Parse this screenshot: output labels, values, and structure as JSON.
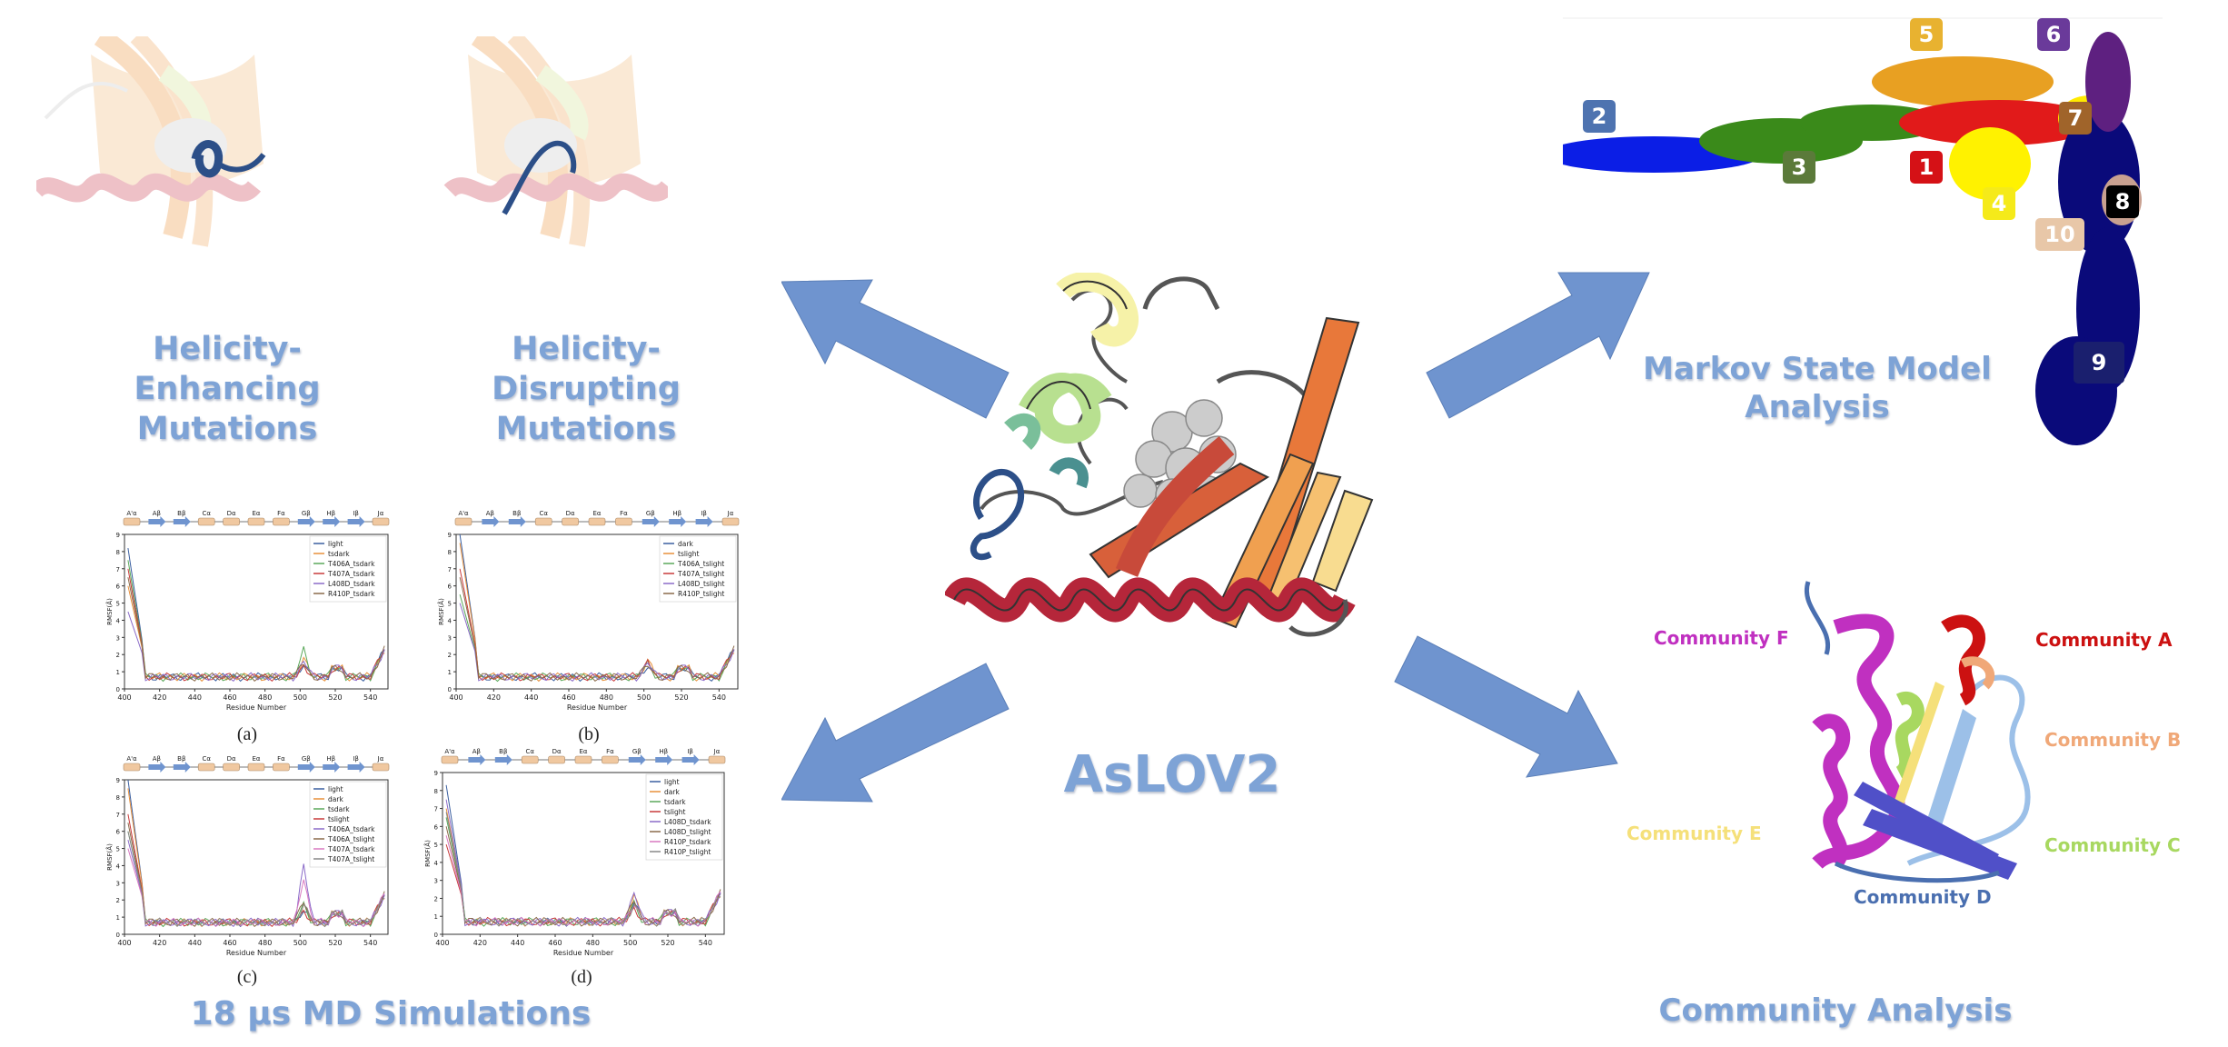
{
  "panels": {
    "helicity_enhancing": "Helicity-\nEnhancing\nMutations",
    "helicity_disrupting": "Helicity-\nDisrupting\nMutations",
    "md_title": "18 μs MD Simulations",
    "center_title": "AsLOV2",
    "msm_title": "Markov State Model\nAnalysis",
    "community_title": "Community Analysis"
  },
  "msm_states": [
    {
      "label": "1",
      "color": "#d51116"
    },
    {
      "label": "2",
      "color": "#4e73b0"
    },
    {
      "label": "3",
      "color": "#5b7a3a"
    },
    {
      "label": "4",
      "color": "#f5ea1a"
    },
    {
      "label": "5",
      "color": "#e8b230"
    },
    {
      "label": "6",
      "color": "#6a3a9a"
    },
    {
      "label": "7",
      "color": "#a0642a"
    },
    {
      "label": "8",
      "color": "#000000"
    },
    {
      "label": "9",
      "color": "#1a1f6e"
    },
    {
      "label": "10",
      "color": "#e8c7a8"
    }
  ],
  "communities": [
    {
      "name": "Community A",
      "color": "#cc1111"
    },
    {
      "name": "Community B",
      "color": "#f0a878"
    },
    {
      "name": "Community C",
      "color": "#a8d860"
    },
    {
      "name": "Community D",
      "color": "#4a6fb0"
    },
    {
      "name": "Community E",
      "color": "#f5e07a"
    },
    {
      "name": "Community F",
      "color": "#c030c0"
    }
  ],
  "secondary_structure": [
    "A'α",
    "Aβ",
    "Bβ",
    "Cα",
    "Dα",
    "Eα",
    "Fα",
    "Gβ",
    "Hβ",
    "Iβ",
    "Jα"
  ],
  "chart_data": [
    {
      "type": "line",
      "caption": "(a)",
      "xlabel": "Residue Number",
      "ylabel": "RMSF(Å)",
      "xlim": [
        400,
        550
      ],
      "ylim": [
        0,
        9
      ],
      "xticks": [
        400,
        420,
        440,
        460,
        480,
        500,
        520,
        540
      ],
      "yticks": [
        0,
        1,
        2,
        3,
        4,
        5,
        6,
        7,
        8,
        9
      ],
      "legend": [
        "light",
        "tsdark",
        "T406A_tsdark",
        "T407A_tsdark",
        "L408D_tsdark",
        "R410P_tsdark"
      ],
      "colors": [
        "#3a5fa0",
        "#e8903a",
        "#5aa85a",
        "#c83a3a",
        "#8a6ac8",
        "#8a6a4a"
      ],
      "peak": [
        8.2,
        6.0,
        7.5,
        7.0,
        4.5,
        6.5
      ],
      "peak502": [
        1.6,
        1.8,
        2.4,
        1.5,
        1.7,
        1.6
      ]
    },
    {
      "type": "line",
      "caption": "(b)",
      "xlabel": "Residue Number",
      "ylabel": "RMSF(Å)",
      "xlim": [
        400,
        550
      ],
      "ylim": [
        0,
        9
      ],
      "xticks": [
        400,
        420,
        440,
        460,
        480,
        500,
        520,
        540
      ],
      "yticks": [
        0,
        1,
        2,
        3,
        4,
        5,
        6,
        7,
        8,
        9
      ],
      "legend": [
        "dark",
        "tslight",
        "T406A_tslight",
        "T407A_tslight",
        "L408D_tslight",
        "R410P_tslight"
      ],
      "colors": [
        "#3a5fa0",
        "#e8903a",
        "#5aa85a",
        "#c83a3a",
        "#8a6ac8",
        "#8a6a4a"
      ],
      "peak": [
        9.0,
        8.5,
        5.5,
        7.0,
        5.0,
        6.5
      ],
      "peak502": [
        1.5,
        1.7,
        1.6,
        1.8,
        1.6,
        1.5
      ]
    },
    {
      "type": "line",
      "caption": "(c)",
      "xlabel": "Residue Number",
      "ylabel": "RMSF(Å)",
      "xlim": [
        400,
        550
      ],
      "ylim": [
        0,
        9
      ],
      "xticks": [
        400,
        420,
        440,
        460,
        480,
        500,
        520,
        540
      ],
      "yticks": [
        0,
        1,
        2,
        3,
        4,
        5,
        6,
        7,
        8,
        9
      ],
      "legend": [
        "light",
        "dark",
        "tsdark",
        "tslight",
        "T406A_tsdark",
        "T406A_tslight",
        "T407A_tsdark",
        "T407A_tslight"
      ],
      "colors": [
        "#3a5fa0",
        "#e8903a",
        "#5aa85a",
        "#c83a3a",
        "#8a6ac8",
        "#8a6a4a",
        "#d878c0",
        "#888888"
      ],
      "peak": [
        9.0,
        8.5,
        6.0,
        7.0,
        5.5,
        6.5,
        5.0,
        6.0
      ],
      "peak502": [
        1.6,
        1.7,
        1.8,
        1.5,
        4.2,
        2.0,
        3.5,
        1.8
      ]
    },
    {
      "type": "line",
      "caption": "(d)",
      "xlabel": "Residue Number",
      "ylabel": "RMSF(Å)",
      "xlim": [
        400,
        550
      ],
      "ylim": [
        0,
        9
      ],
      "xticks": [
        400,
        420,
        440,
        460,
        480,
        500,
        520,
        540
      ],
      "yticks": [
        0,
        1,
        2,
        3,
        4,
        5,
        6,
        7,
        8,
        9
      ],
      "legend": [
        "light",
        "dark",
        "tsdark",
        "tslight",
        "L408D_tsdark",
        "L408D_tslight",
        "R410P_tsdark",
        "R410P_tslight"
      ],
      "colors": [
        "#3a5fa0",
        "#e8903a",
        "#5aa85a",
        "#c83a3a",
        "#8a6ac8",
        "#8a6a4a",
        "#d878c0",
        "#888888"
      ],
      "peak": [
        8.3,
        7.0,
        6.5,
        5.0,
        7.5,
        6.0,
        5.5,
        6.8
      ],
      "peak502": [
        2.0,
        2.2,
        1.8,
        1.6,
        2.4,
        2.0,
        1.9,
        1.7
      ]
    }
  ]
}
